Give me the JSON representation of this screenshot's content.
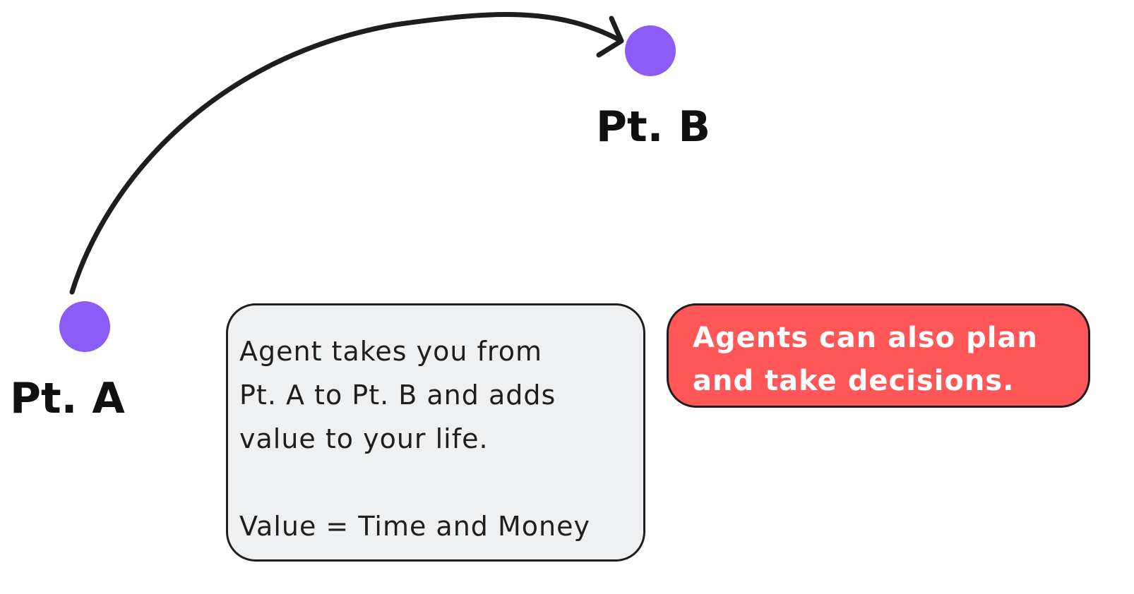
{
  "points": {
    "a_label": "Pt. A",
    "b_label": "Pt. B"
  },
  "info_box": {
    "line1": "Agent takes you from",
    "line2": "Pt. A to Pt. B and adds",
    "line3": "value to your life.",
    "line4": "Value = Time and Money"
  },
  "note_box": {
    "line1": "Agents can also plan",
    "line2": "and take decisions."
  },
  "colors": {
    "dot": "#8b5cf6",
    "info_fill": "#eff0f2",
    "note_fill": "#ff5757",
    "stroke": "#1e1e1e"
  }
}
